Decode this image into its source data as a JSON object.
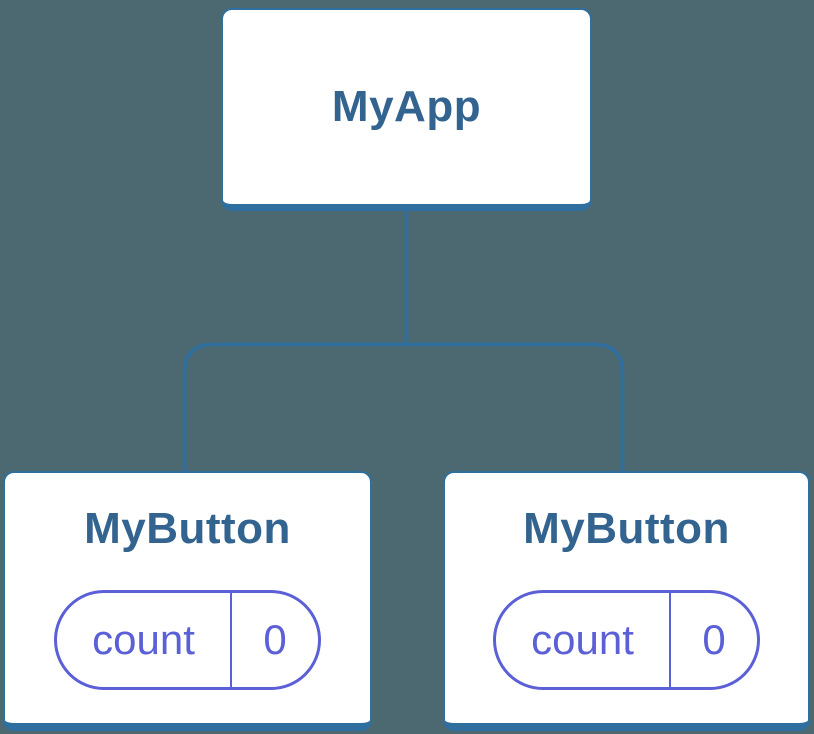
{
  "colors": {
    "background": "#4C6972",
    "connector_blue": "#2F6FA0",
    "card_background": "#FFFFFF",
    "node_label_blue": "#33638F",
    "state_purple": "#5B60D6"
  },
  "tree": {
    "root": {
      "label": "MyApp"
    },
    "children": [
      {
        "label": "MyButton",
        "state": {
          "key": "count",
          "value": "0"
        }
      },
      {
        "label": "MyButton",
        "state": {
          "key": "count",
          "value": "0"
        }
      }
    ]
  }
}
